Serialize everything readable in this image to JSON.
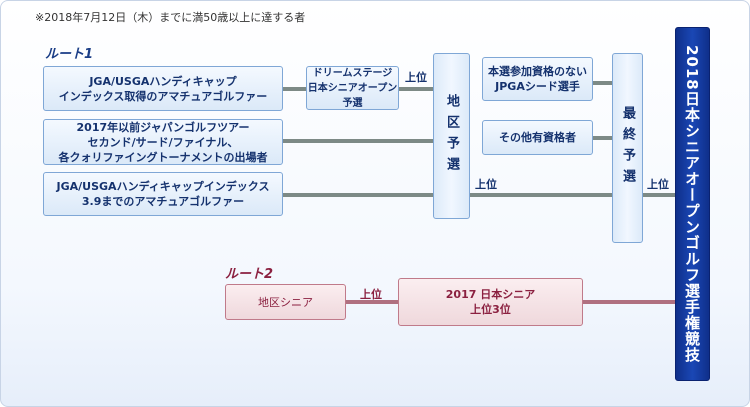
{
  "note": "※2018年7月12日（木）までに満50歳以上に達する者",
  "route1": {
    "label": "ルート1",
    "entries": [
      "JGA/USGAハンディキャップ\nインデックス取得のアマチュアゴルファー",
      "2017年以前ジャパンゴルフツアー\nセカンド/サード/ファイナル、\n各クォリファイングトーナメントの出場者",
      "JGA/USGAハンディキャップインデックス\n3.9までのアマチュアゴルファー"
    ],
    "dream_stage": "ドリームステージ\n日本シニアオープン予選",
    "regional": "地区予選",
    "exempt": "本選参加資格のない\nJPGAシード選手",
    "other": "その他有資格者",
    "final_qual": "最終予選"
  },
  "route2": {
    "label": "ルート2",
    "regional_senior": "地区シニア",
    "jp_senior": "2017 日本シニア\n上位3位"
  },
  "tags": {
    "upper1": "上位",
    "upper2": "上位",
    "upper3": "上位",
    "upper4": "上位"
  },
  "final": "2018日本シニアオープンゴルフ選手権競技"
}
